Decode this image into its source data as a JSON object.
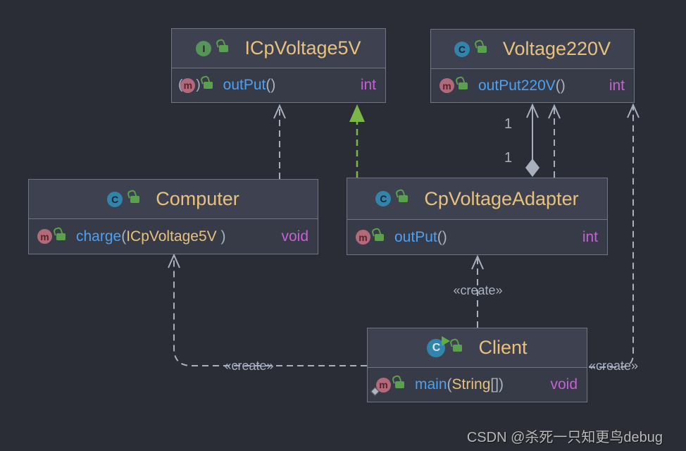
{
  "diagram": {
    "watermark": "CSDN @杀死一只知更鸟debug",
    "colors": {
      "background": "#2b2d36",
      "node_fill": "#373b47",
      "node_header_fill": "#3e4250",
      "node_border": "#6f7585",
      "title_text": "#e8c17d",
      "method_name_text": "#4ca0f0",
      "type_text": "#c95fd6",
      "edge": "#a8b0bf",
      "implements_edge": "#7ab648",
      "interface_icon": "#569457",
      "class_icon": "#3184ab",
      "method_icon": "#b4697b",
      "lock_icon": "#5ba04e"
    },
    "classes": [
      {
        "title": "ICpVoltage5V",
        "kind": "interface",
        "icon_letter": "I",
        "method_icon_letter": "m",
        "abstract_open": "(",
        "abstract_close": ")",
        "method": {
          "name": "outPut",
          "open": "(",
          "param": "",
          "close": ")",
          "rtype": "int"
        }
      },
      {
        "title": "Voltage220V",
        "kind": "class",
        "icon_letter": "C",
        "method_icon_letter": "m",
        "method": {
          "name": "outPut220V",
          "open": "(",
          "param": "",
          "close": ")",
          "rtype": "int"
        }
      },
      {
        "title": "Computer",
        "kind": "class",
        "icon_letter": "C",
        "method_icon_letter": "m",
        "method": {
          "name": "charge",
          "open": "(",
          "param": "ICpVoltage5V",
          "close": " )",
          "rtype": "void"
        }
      },
      {
        "title": "CpVoltageAdapter",
        "kind": "class",
        "icon_letter": "C",
        "method_icon_letter": "m",
        "method": {
          "name": "outPut",
          "open": "(",
          "param": "",
          "close": ")",
          "rtype": "int"
        }
      },
      {
        "title": "Client",
        "kind": "runnable-class",
        "icon_letter": "C",
        "method_icon_letter": "m",
        "method": {
          "name": "main",
          "open": "(",
          "param": "String",
          "close": "[])",
          "rtype": "void"
        }
      }
    ],
    "edge_labels": {
      "create_computer": "«create»",
      "create_adapter": "«create»",
      "create_voltage": "«create»",
      "mult_top": "1",
      "mult_bottom": "1"
    }
  }
}
